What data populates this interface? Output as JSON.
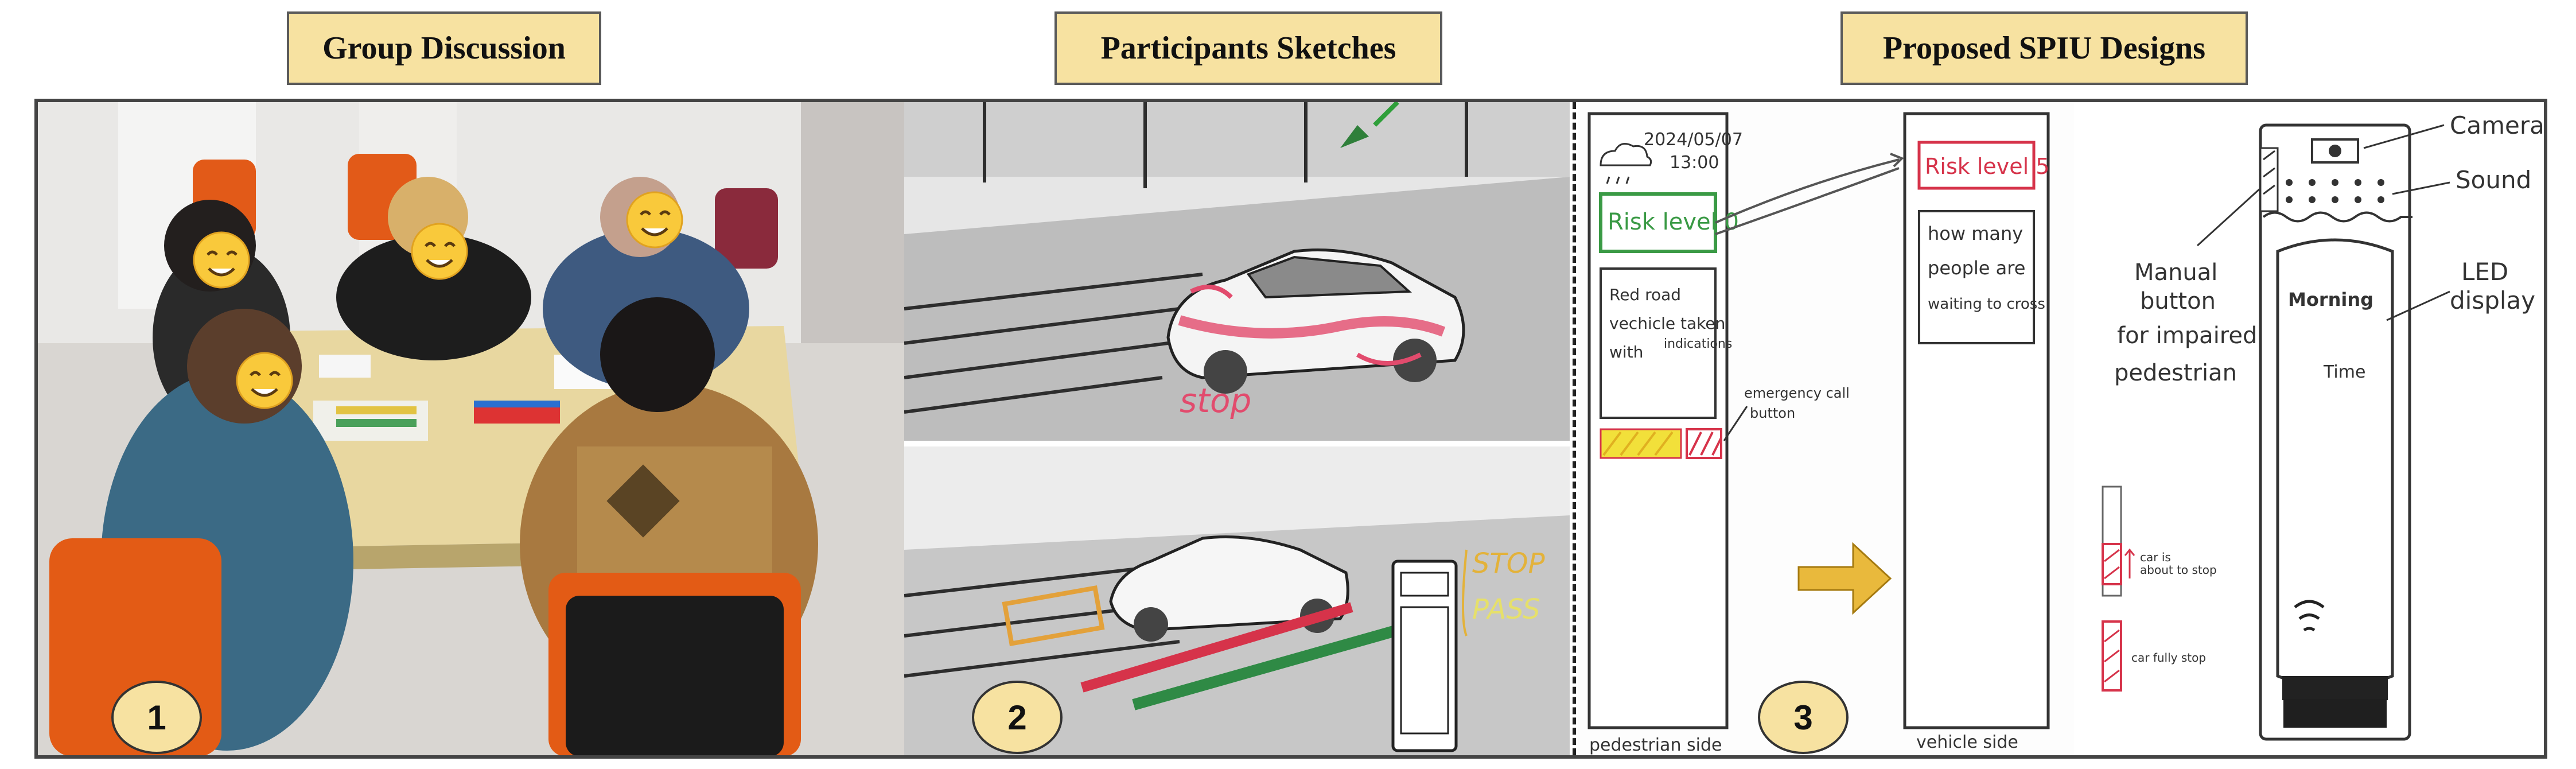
{
  "headers": {
    "group_discussion": "Group Discussion",
    "participants_sketches": "Participants Sketches",
    "proposed_designs": "Proposed SPIU Designs"
  },
  "badges": {
    "one": "1",
    "two": "2",
    "three": "3"
  },
  "sketch": {
    "stop": "STOP",
    "pass": "PASS",
    "hand_text": "stop"
  },
  "design": {
    "date": "2024/05/07",
    "time": "13:00",
    "risk_left": "Risk level 0",
    "note_left_1": "Red road",
    "note_left_2": "vechicle taken",
    "note_left_3": "indications",
    "note_left_4": "with",
    "emergency_1": "emergency call",
    "emergency_2": "button",
    "ped_side": "pedestrian side",
    "risk_right": "Risk level 5",
    "waiting_1": "how many",
    "waiting_2": "people are",
    "waiting_3": "waiting to cross",
    "veh_side": "vehicle side",
    "camera": "Camera",
    "sound": "Sound",
    "manual_1": "Manual",
    "manual_2": "button",
    "manual_3": "for impaired",
    "manual_4": "pedestrian",
    "led_1": "LED",
    "led_2": "display",
    "display_word": "Morning",
    "display_time": "Time",
    "about_stop_1": "car is",
    "about_stop_2": "about to stop",
    "fully_stop": "car fully stop"
  },
  "colors": {
    "header_fill": "#f7e2a1",
    "risk_green": "#3a9a45",
    "risk_red": "#d6334a",
    "arrow_gold": "#e9b93c",
    "emergency_yellow": "#f2e03a"
  },
  "icons": [
    "smiley-face-icon",
    "right-arrow-icon",
    "camera-icon",
    "wifi-signal-icon"
  ]
}
